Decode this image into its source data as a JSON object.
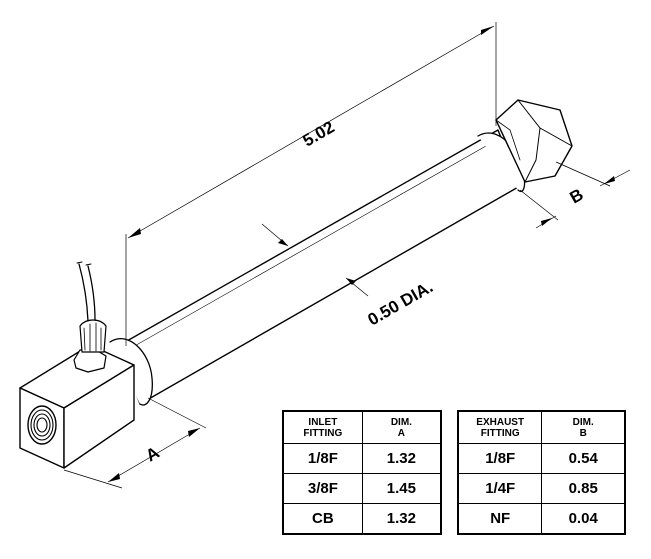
{
  "labels": {
    "length": "5.02",
    "diameter": "0.50 DIA.",
    "dim_a": "A",
    "dim_b": "B"
  },
  "inlet_table": {
    "headers": [
      "INLET\nFITTING",
      "DIM.\nA"
    ],
    "rows": [
      [
        "1/8F",
        "1.32"
      ],
      [
        "3/8F",
        "1.45"
      ],
      [
        "CB",
        "1.32"
      ]
    ]
  },
  "exhaust_table": {
    "headers": [
      "EXHAUST\nFITTING",
      "DIM.\nB"
    ],
    "rows": [
      [
        "1/8F",
        "0.54"
      ],
      [
        "1/4F",
        "0.85"
      ],
      [
        "NF",
        "0.04"
      ]
    ]
  }
}
